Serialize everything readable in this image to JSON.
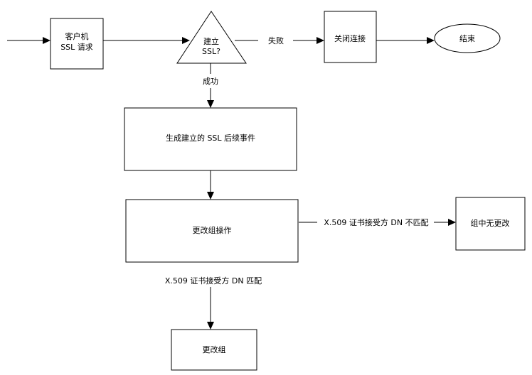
{
  "diagram": {
    "nodes": {
      "client_request": {
        "line1": "客户机",
        "line2": "SSL 请求"
      },
      "establish_ssl": {
        "line1": "建立",
        "line2": "SSL?"
      },
      "close_connection": {
        "label": "关闭连接"
      },
      "end": {
        "label": "结束"
      },
      "generate_event": {
        "label": "生成建立的 SSL 后续事件"
      },
      "change_group_action": {
        "label": "更改组操作"
      },
      "no_group_change": {
        "label": "组中无更改"
      },
      "change_group": {
        "label": "更改组"
      }
    },
    "edges": {
      "fail": "失败",
      "success": "成功",
      "dn_mismatch": "X.509 证书接受方 DN 不匹配",
      "dn_match": "X.509 证书接受方 DN 匹配"
    }
  }
}
